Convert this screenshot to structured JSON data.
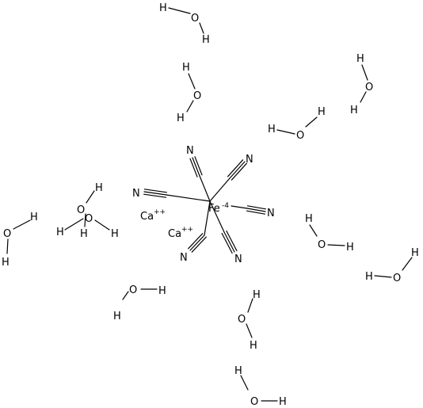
{
  "diagram": {
    "iron": {
      "symbol": "Fe",
      "charge": "-4"
    },
    "calcium": [
      {
        "symbol": "Ca",
        "charge": "++"
      },
      {
        "symbol": "Ca",
        "charge": "++"
      }
    ],
    "cyanide": {
      "c": "",
      "n": "N"
    },
    "water": {
      "h": "H",
      "o": "O"
    }
  }
}
